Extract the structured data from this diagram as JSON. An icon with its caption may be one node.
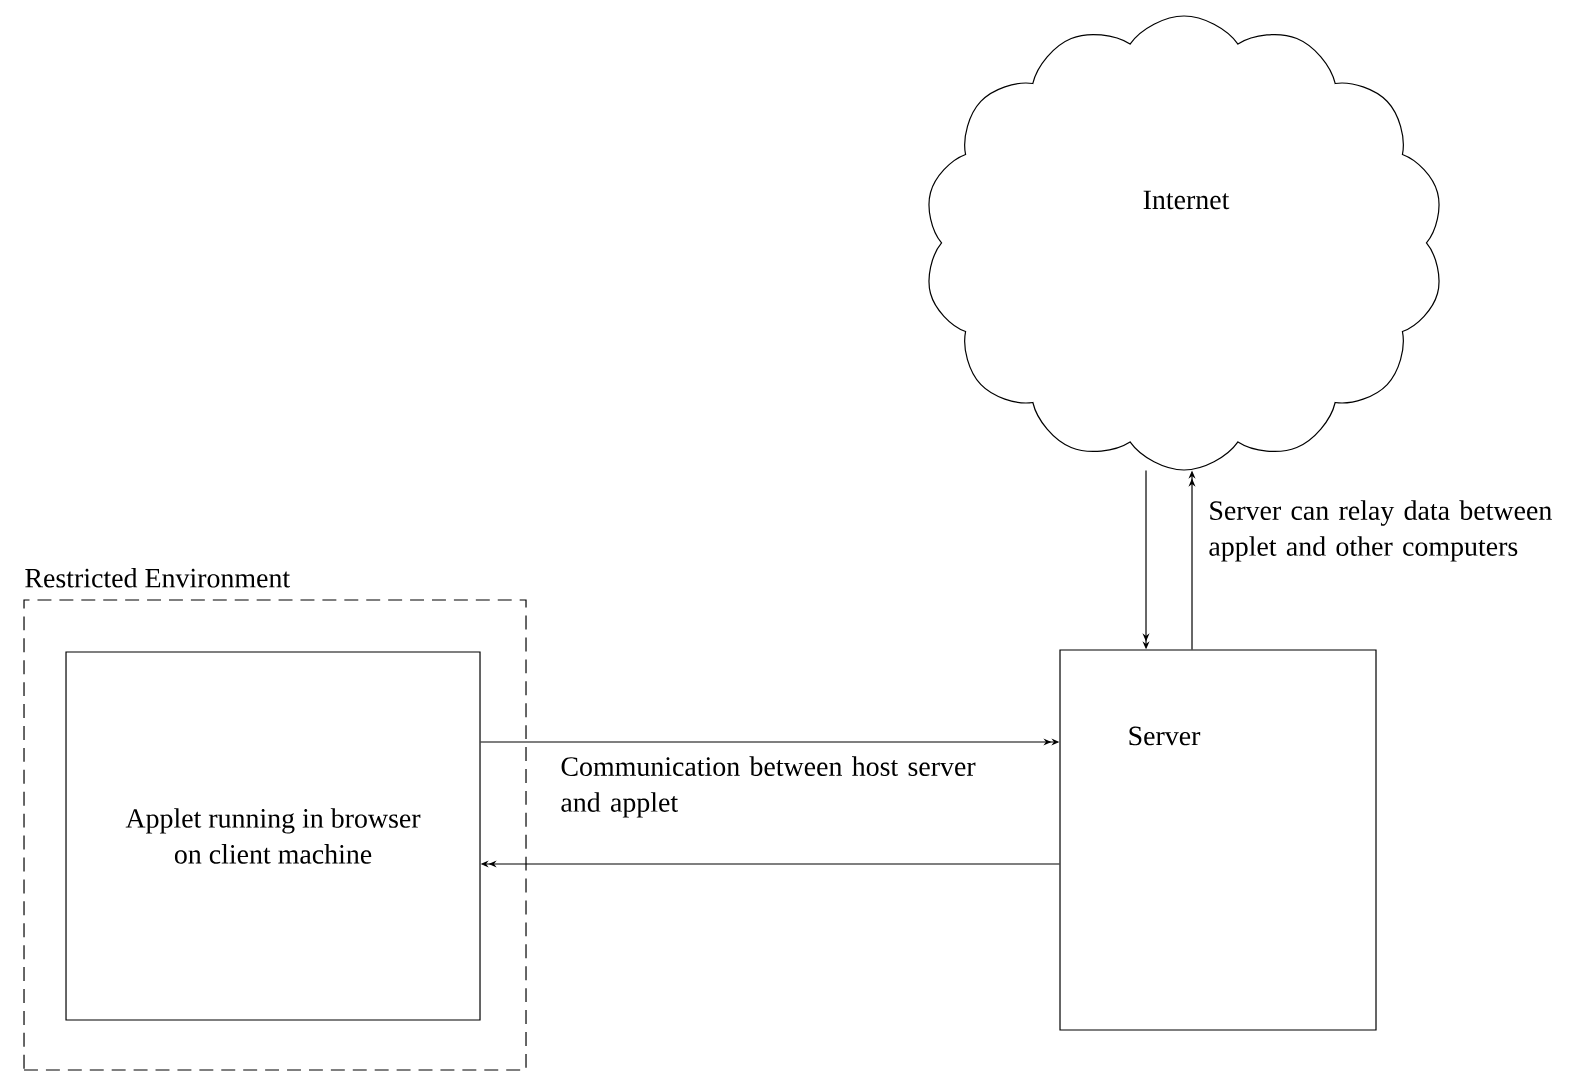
{
  "diagram": {
    "nodes": [
      {
        "text": [
          "Restricted Environment"
        ]
      },
      {
        "text": [
          "Applet running in browser on client machine"
        ],
        "in": 0
      },
      {
        "text": [
          "Server"
        ]
      },
      {
        "text": [
          "Internet"
        ]
      }
    ],
    "edges": [
      {
        "from": 1,
        "to": 2,
        "arrow": "to"
      },
      {
        "from": 2,
        "to": 1,
        "arrow": "to"
      },
      {
        "from": 3,
        "to": 2,
        "arrow": "to"
      },
      {
        "from": 2,
        "to": 3,
        "arrow": "to"
      }
    ],
    "labels": [
      "Communication between host server and applet",
      "Server can relay data between applet and other computers"
    ]
  }
}
